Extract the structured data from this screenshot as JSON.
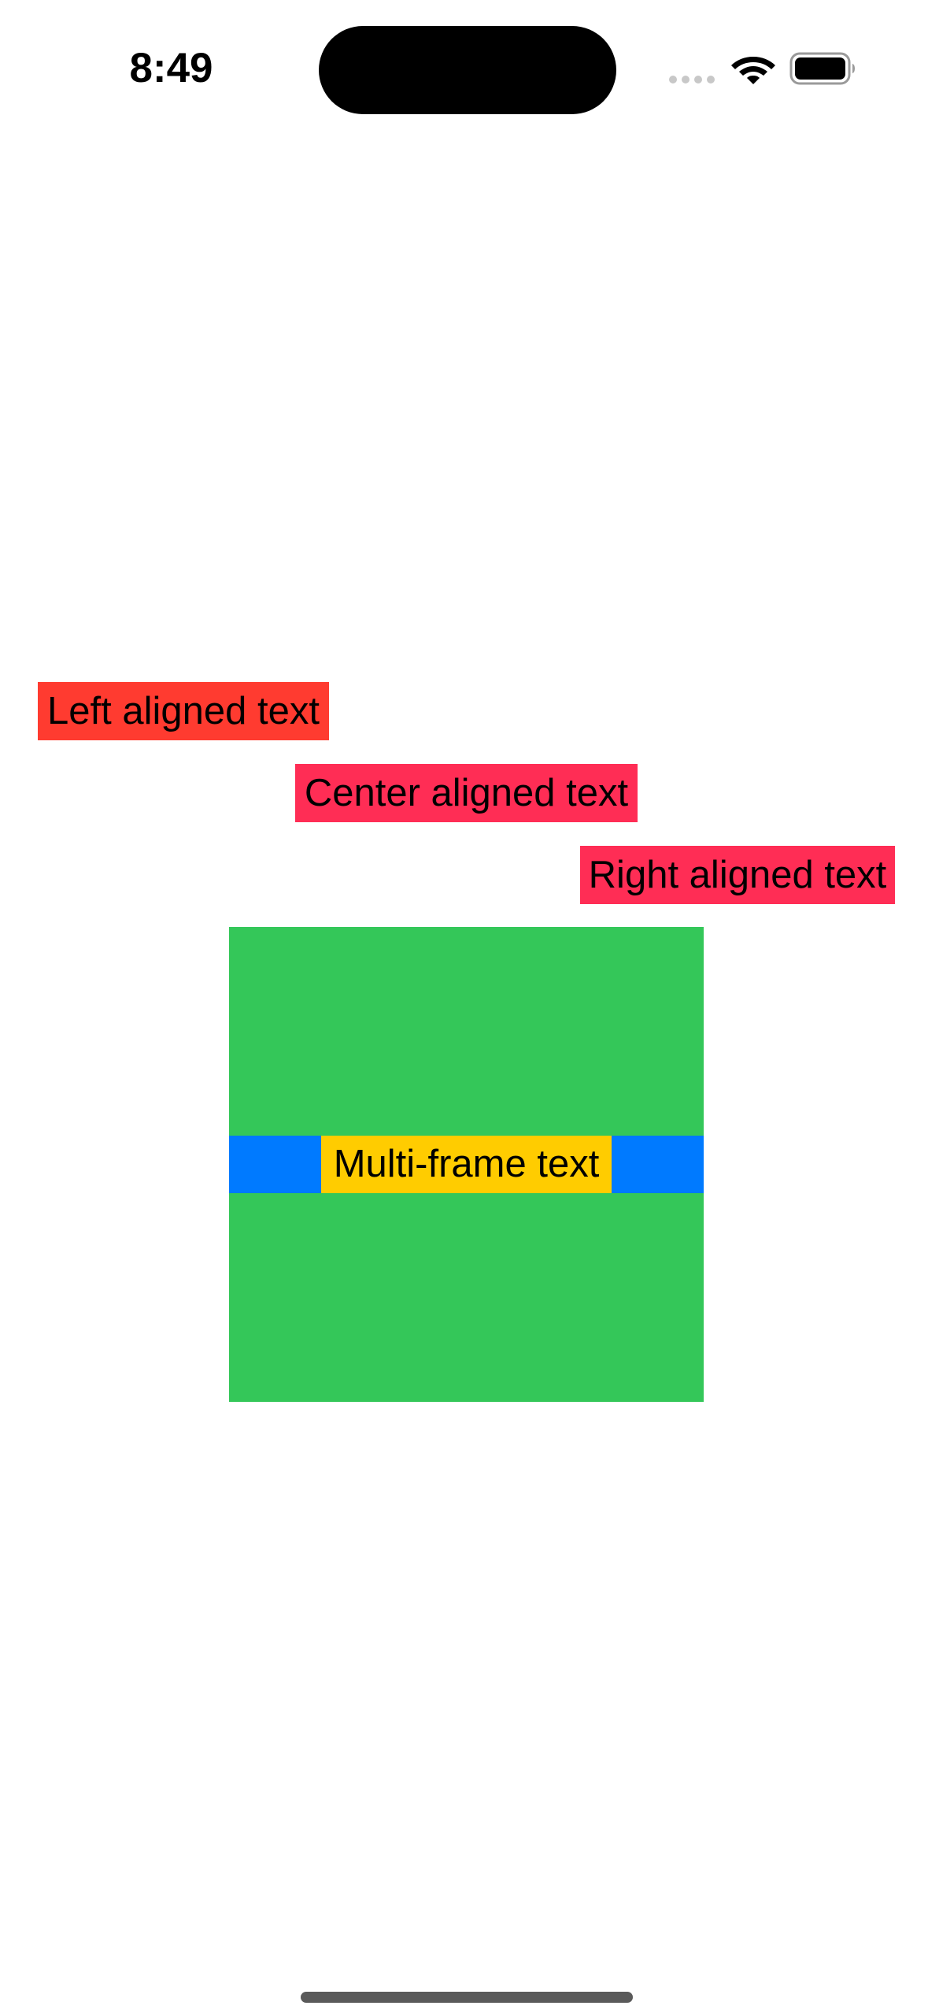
{
  "status_bar": {
    "time": "8:49",
    "icons": [
      "signal-icon",
      "wifi-icon",
      "battery-icon"
    ]
  },
  "labels": {
    "left": "Left aligned text",
    "center": "Center aligned text",
    "right": "Right aligned text",
    "multi_frame": "Multi-frame text"
  },
  "colors": {
    "left_bg": "#FF3B30",
    "center_bg": "#FF2D55",
    "right_bg": "#FF2D55",
    "square_bg": "#34C759",
    "band_bg": "#007AFF",
    "multi_bg": "#FFCC00"
  }
}
